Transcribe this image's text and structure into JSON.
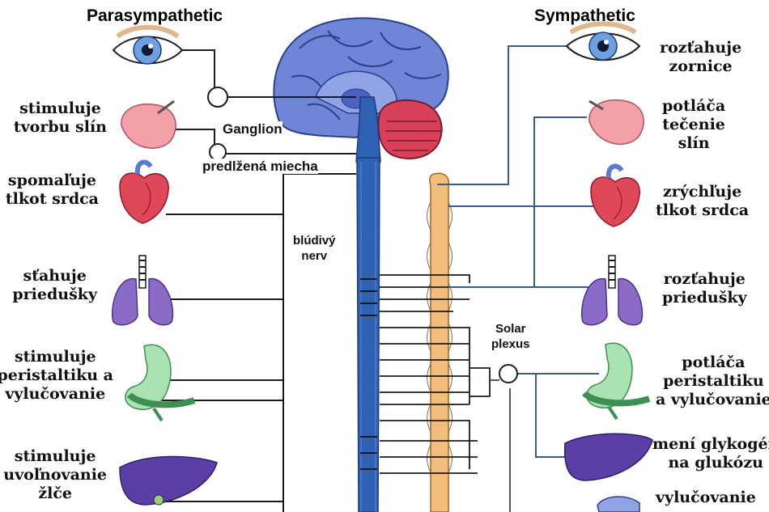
{
  "titles": {
    "parasympathetic": "Parasympathetic",
    "sympathetic": "Sympathetic"
  },
  "left_labels": [
    {
      "lines": [
        "stimuluje",
        "tvorbu slín"
      ]
    },
    {
      "lines": [
        "spomaľuje",
        "tlkot srdca"
      ]
    },
    {
      "lines": [
        "sťahuje",
        "priedušky"
      ]
    },
    {
      "lines": [
        "stimuluje",
        "peristaltiku a",
        "vylučovanie"
      ]
    },
    {
      "lines": [
        "stimuluje",
        "uvoľnovanie",
        "žlče"
      ]
    }
  ],
  "right_labels": [
    {
      "lines": [
        "rozťahuje",
        "zornice"
      ]
    },
    {
      "lines": [
        "potláča",
        "tečenie",
        "slín"
      ]
    },
    {
      "lines": [
        "zrýchľuje",
        "tlkot srdca"
      ]
    },
    {
      "lines": [
        "rozťahuje",
        "priedušky"
      ]
    },
    {
      "lines": [
        "potláča",
        "peristaltiku",
        "a vylučovanie"
      ]
    },
    {
      "lines": [
        "mení glykogén",
        "na glukózu"
      ]
    },
    {
      "lines": [
        "vylučovanie"
      ]
    }
  ],
  "tags": {
    "ganglion": "Ganglion",
    "medulla": "predlžená miecha",
    "vagus": [
      "blúdivý",
      "nerv"
    ],
    "solar_plexus": [
      "Solar",
      "plexus"
    ]
  },
  "colors": {
    "nerve_line": "#1b1b1b",
    "sympathetic_line": "#3a5a8c",
    "brain": "#6f86d6",
    "cerebellum": "#d9405a",
    "spinal_cord": "#2f62b4",
    "sympathetic_chain": "#f2bd7a",
    "salivary_gland": "#f3a0a8",
    "heart": "#e0485a",
    "lungs": "#8a6cc8",
    "stomach": "#a9e3b3",
    "liver": "#5b3fa6",
    "eye_iris": "#6e9fe0"
  }
}
